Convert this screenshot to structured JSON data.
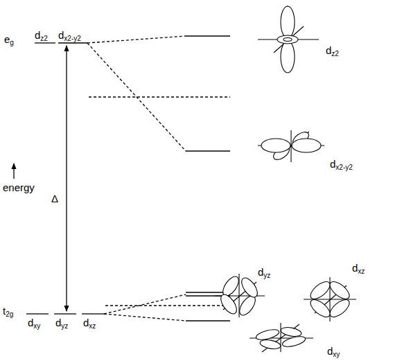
{
  "diagram": {
    "labels": [
      "eg",
      "dz2",
      "dx2-y2",
      "energy",
      "Δ",
      "t2g",
      "dxy",
      "dyz",
      "dxz",
      "dz2",
      "dx2-y2",
      "dyz",
      "dxz",
      "dxy"
    ]
  }
}
